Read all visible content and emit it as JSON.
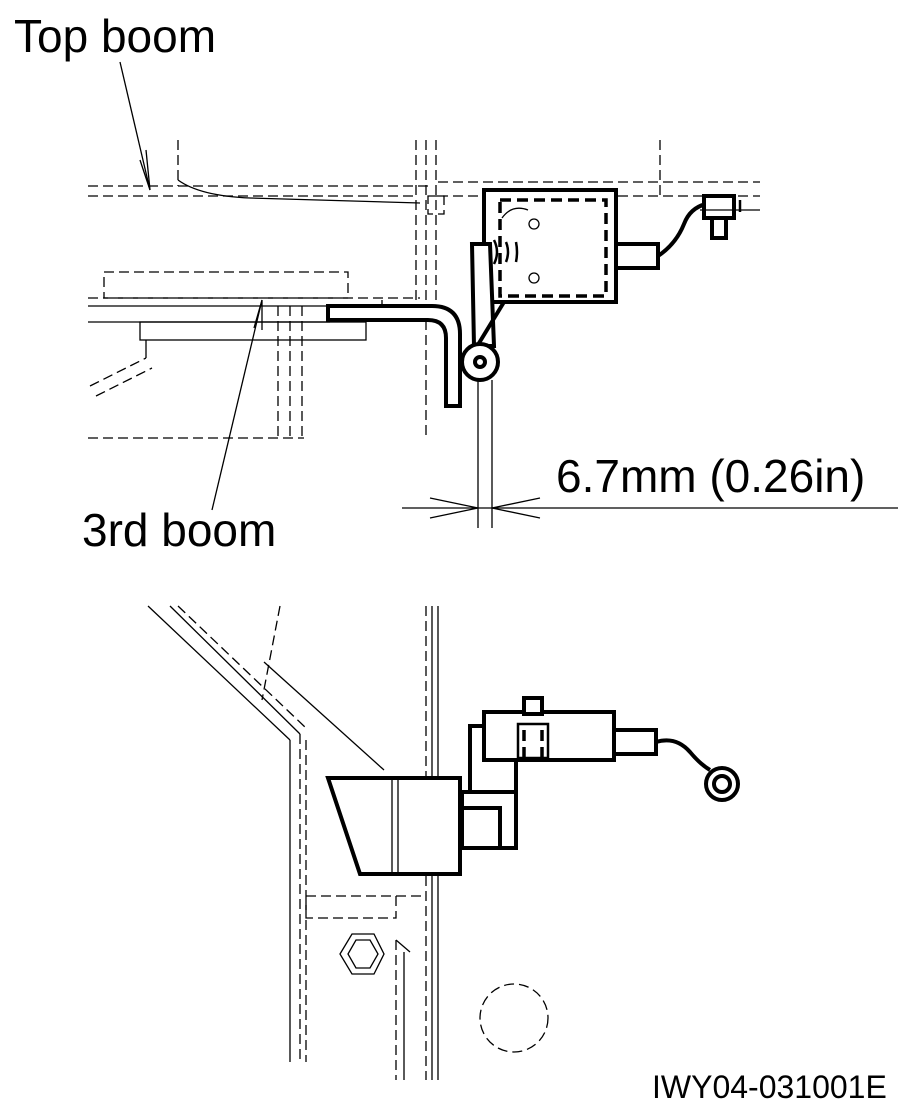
{
  "labels": {
    "top_boom": "Top boom",
    "third_boom": "3rd boom",
    "dimension": "6.7mm (0.26in)",
    "figure_id": "IWY04-031001E"
  }
}
